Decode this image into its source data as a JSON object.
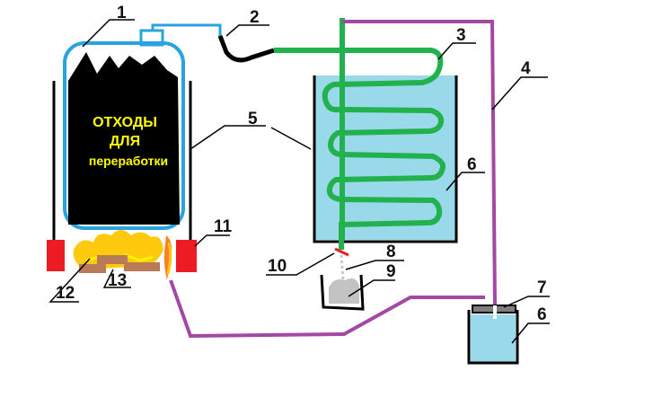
{
  "callouts": {
    "n1": "1",
    "n2": "2",
    "n3": "3",
    "n4": "4",
    "n5": "5",
    "n6a": "6",
    "n6b": "6",
    "n7": "7",
    "n8": "8",
    "n9": "9",
    "n10": "10",
    "n11": "11",
    "n12": "12",
    "n13": "13"
  },
  "tank_label": {
    "line1": "ОТХОДЫ",
    "line2": "ДЛЯ",
    "line3": "переработки"
  },
  "colors": {
    "tank_outline": "#29a3e0",
    "tank_fill": "#000000",
    "waste_text": "#ffff00",
    "coil": "#22b14c",
    "water": "#99d9ea",
    "return_pipe": "#a349a4",
    "flame": "#ffc90e",
    "support": "#ed1c24",
    "wood": "#b97a57",
    "valve": "#ed1c24"
  }
}
